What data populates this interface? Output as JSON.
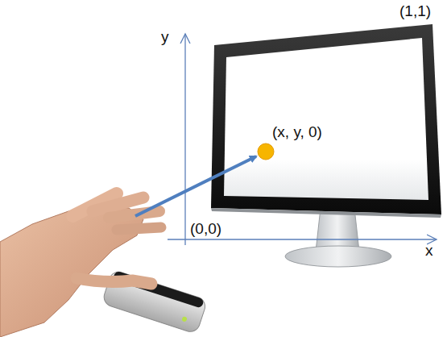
{
  "diagram": {
    "labels": [
      "y",
      "(1,1)",
      "(x, y, 0)",
      "(0,0)",
      "x"
    ]
  }
}
